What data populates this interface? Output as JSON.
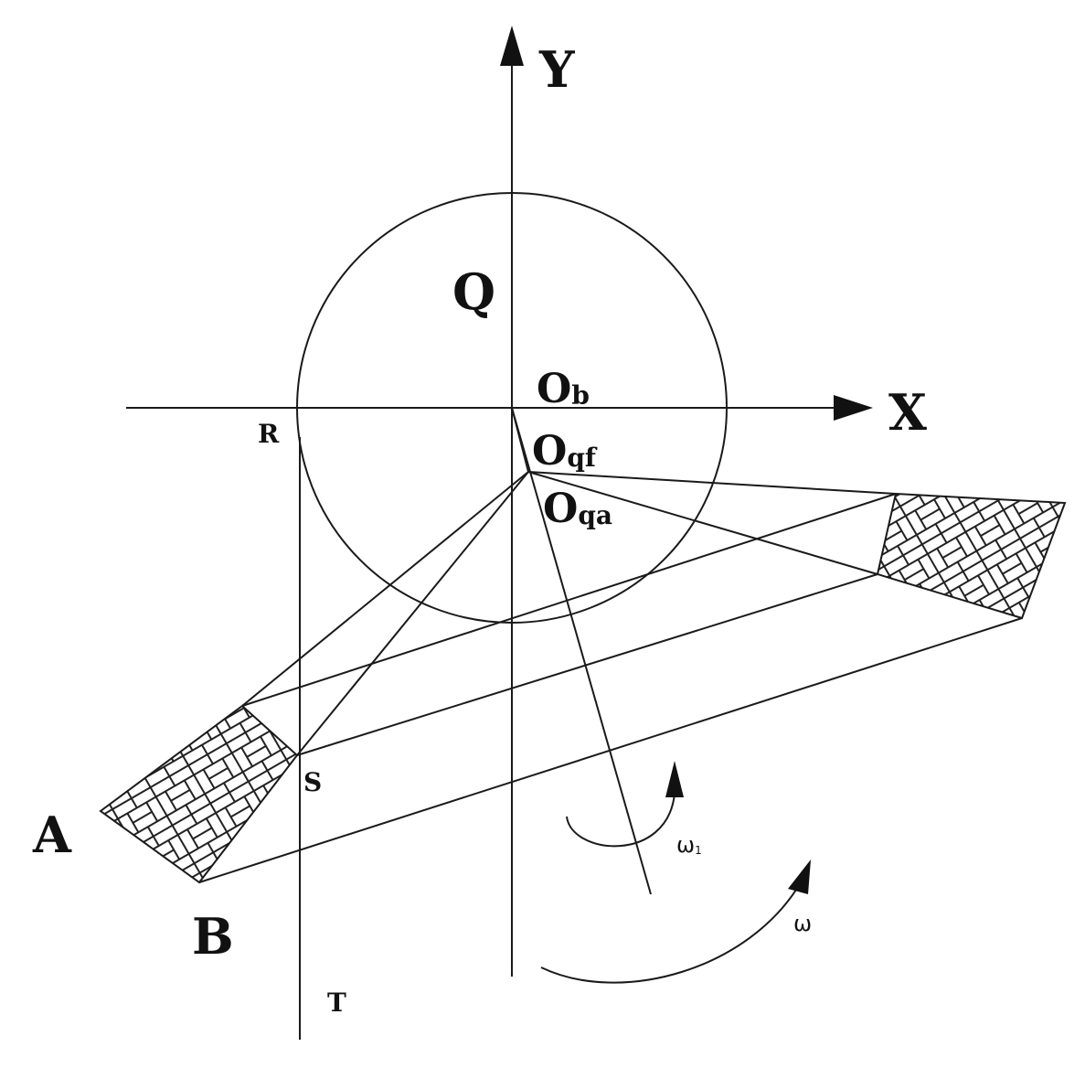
{
  "labels": {
    "y_axis": "Y",
    "x_axis": "X",
    "q": "Q",
    "ob_main": "O",
    "ob_sub": "b",
    "oqf_main": "O",
    "oqf_sub": "qf",
    "oqa_main": "O",
    "oqa_sub": "qa",
    "r": "R",
    "s": "S",
    "t": "T",
    "a": "A",
    "b": "B",
    "omega1_main": "ω",
    "omega1_sub": "1",
    "omega": "ω"
  },
  "colors": {
    "line": "#1a1a1a",
    "background": "#ffffff"
  }
}
